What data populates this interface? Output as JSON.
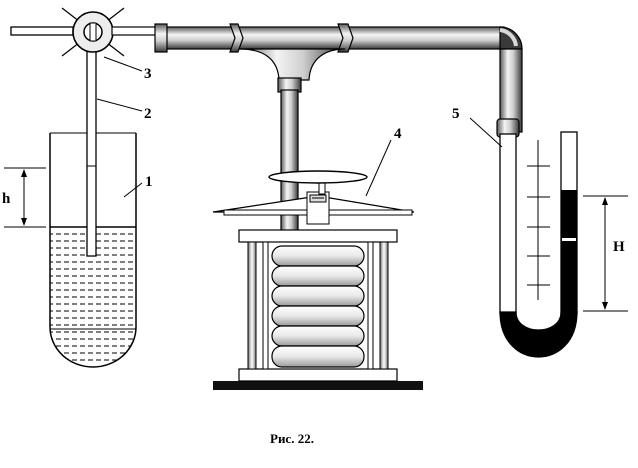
{
  "labels": {
    "part1": "1",
    "part2": "2",
    "part3": "3",
    "part4": "4",
    "part5": "5",
    "height_h": "h",
    "height_H": "H"
  },
  "caption": "Рис. 22.",
  "colors": {
    "ink": "#000000",
    "pipe_light": "#ffffff",
    "pipe_dark": "#333333",
    "mercury": "#000000",
    "background": "#ffffff"
  },
  "icons": [
    "valve-icon",
    "pipe-tee-icon",
    "bellows-icon",
    "u-tube-manometer-icon"
  ]
}
